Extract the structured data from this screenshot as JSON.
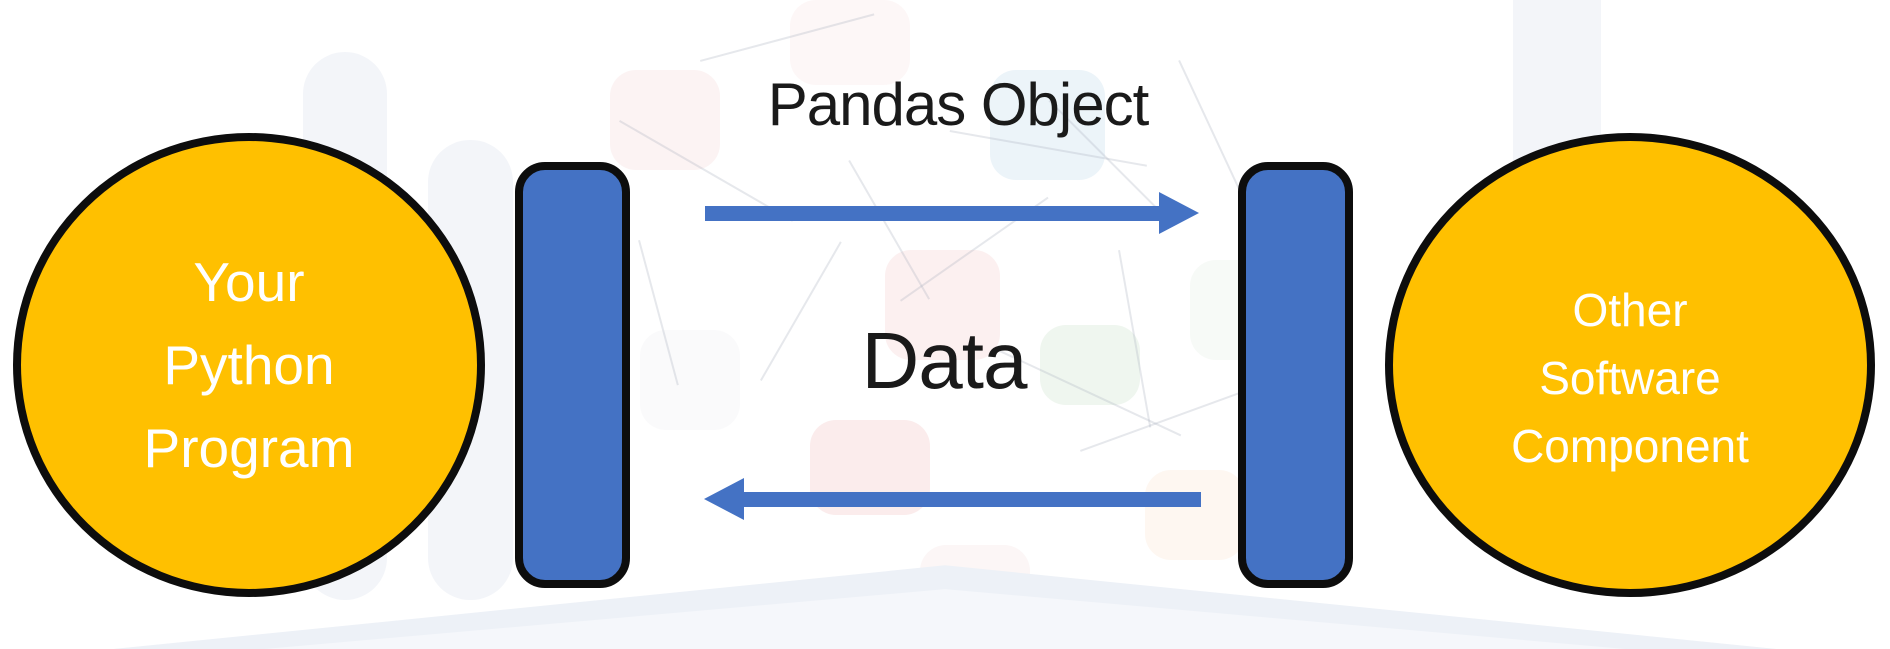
{
  "diagram": {
    "flow_top_label": "Pandas Object",
    "flow_middle_label": "Data",
    "left_node": {
      "lines": [
        "Your",
        "Python",
        "Program"
      ]
    },
    "right_node": {
      "lines": [
        "Other",
        "Software",
        "Component"
      ]
    },
    "arrows": {
      "top_direction": "right",
      "bottom_direction": "left"
    },
    "colors": {
      "node_fill": "#FFC000",
      "connector": "#4472C4",
      "outline": "#0d0d0d",
      "node_text": "#FFFFFF",
      "ink": "#1a1a1a"
    }
  }
}
